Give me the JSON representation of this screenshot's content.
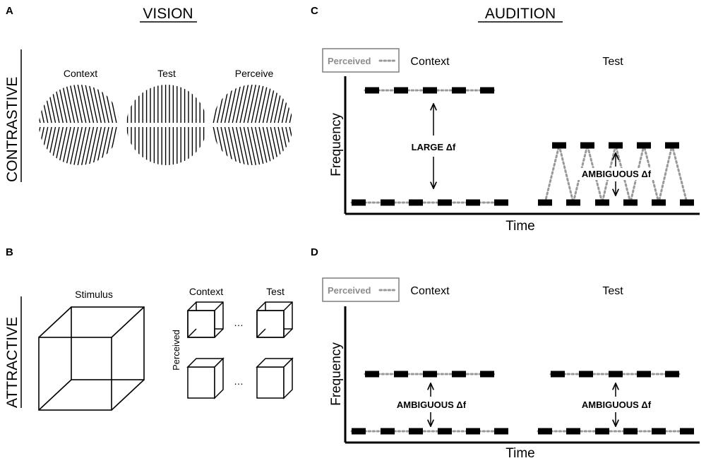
{
  "panels": {
    "a": "A",
    "b": "B",
    "c": "C",
    "d": "D"
  },
  "headings": {
    "vision": "VISION",
    "audition": "AUDITION"
  },
  "rows": {
    "contrastive": "CONTRASTIVE",
    "attractive": "ATTRACTIVE"
  },
  "vision": {
    "contrastive": {
      "context": "Context",
      "test": "Test",
      "perceive": "Perceive"
    },
    "attractive": {
      "stimulus": "Stimulus",
      "context": "Context",
      "test": "Test",
      "perceived": "Perceived",
      "ellipsis": "…"
    }
  },
  "audition": {
    "legend_label": "Perceived",
    "context": "Context",
    "test": "Test",
    "ylabel": "Frequency",
    "xlabel": "Time",
    "large_df": "LARGE Δf",
    "ambiguous_df": "AMBIGUOUS Δf"
  },
  "colors": {
    "ink": "#000000",
    "dotted": "#999999",
    "legend_text": "#8c8c8c",
    "legend_border": "#7f7f7f"
  }
}
